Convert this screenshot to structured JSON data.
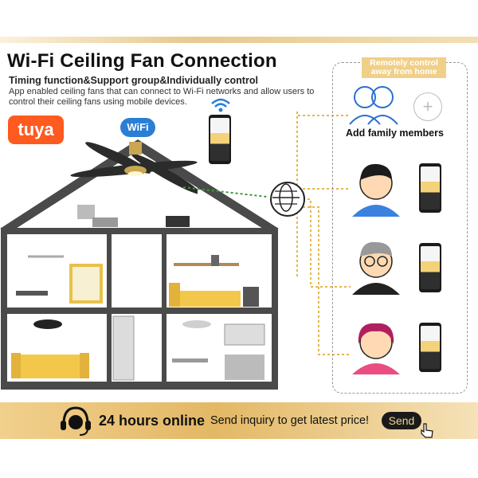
{
  "header": {
    "title": "Wi-Fi Ceiling Fan Connection",
    "subtitle": "Timing function&Support group&Individually control",
    "description": "App enabled ceiling fans that can connect to Wi-Fi networks and allow users to control their ceiling fans using mobile devices."
  },
  "logos": {
    "tuya": "tuya",
    "wifi": "WiFi"
  },
  "remote": {
    "tag": "Remotely control away from home",
    "add_family": "Add family members",
    "plus": "+"
  },
  "footer": {
    "hours": "24 hours online",
    "inquiry": "Send inquiry to get latest price!",
    "send_label": "Send"
  },
  "colors": {
    "accent_gold": "#e3b865",
    "tuya_orange": "#ff5a1f",
    "wifi_blue": "#2a7fd4",
    "house_gray": "#4a4a4a"
  },
  "icons": [
    "wifi-signal-icon",
    "globe-icon",
    "headset-icon",
    "cursor-hand-icon",
    "plus-icon"
  ]
}
